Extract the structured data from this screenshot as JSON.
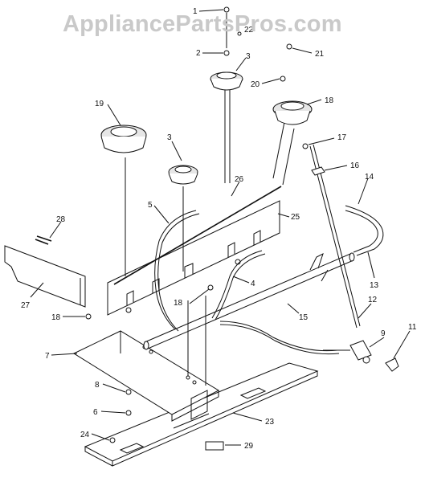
{
  "watermark": "AppliancePartsPros.com",
  "callouts": [
    "1",
    "22",
    "2",
    "3",
    "21",
    "20",
    "18",
    "19",
    "3",
    "26",
    "17",
    "16",
    "14",
    "28",
    "5",
    "25",
    "27",
    "4",
    "13",
    "18",
    "18",
    "15",
    "12",
    "7",
    "9",
    "11",
    "8",
    "6",
    "23",
    "24",
    "29"
  ]
}
